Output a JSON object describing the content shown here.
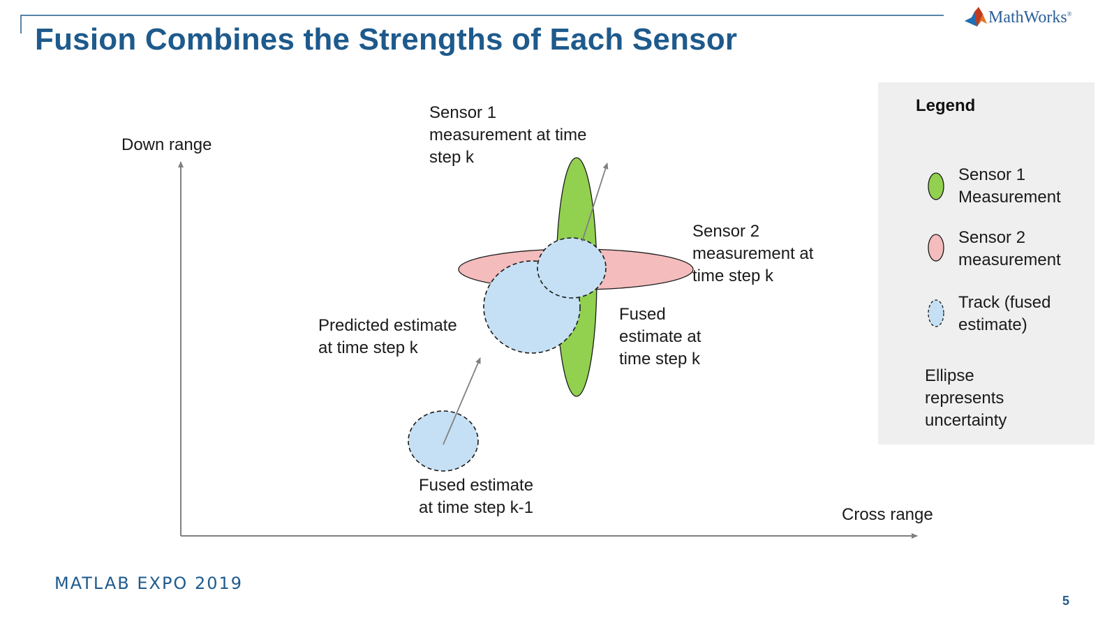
{
  "slide": {
    "title": "Fusion Combines the Strengths of Each Sensor",
    "page_number": "5",
    "event": "MATLAB EXPO 2019"
  },
  "brand": {
    "logo_text": "MathWorks",
    "accent_color": "#1e5a8c"
  },
  "axes": {
    "y_label": "Down range",
    "x_label": "Cross range"
  },
  "labels": {
    "sensor1": [
      "Sensor 1",
      "measurement at time",
      "step k"
    ],
    "sensor2": [
      "Sensor 2",
      "measurement at",
      "time step k"
    ],
    "predicted": [
      "Predicted estimate",
      "at time step k"
    ],
    "fused_k": [
      "Fused",
      "estimate at",
      "time step k"
    ],
    "fused_k1": [
      "Fused estimate",
      "at time step k-1"
    ]
  },
  "legend": {
    "title": "Legend",
    "items": [
      {
        "lines": [
          "Sensor 1",
          "Measurement"
        ],
        "color": "#92d050",
        "style": "solid",
        "icon": "green-ellipse"
      },
      {
        "lines": [
          "Sensor 2",
          "measurement"
        ],
        "color": "#f4bcbc",
        "style": "solid",
        "icon": "pink-ellipse"
      },
      {
        "lines": [
          "Track (fused",
          "estimate)"
        ],
        "color": "#c5e0f4",
        "style": "dashed",
        "icon": "blue-dashed-ellipse"
      }
    ],
    "note": [
      "Ellipse",
      "represents",
      "uncertainty"
    ]
  },
  "colors": {
    "sensor1_fill": "#92d050",
    "sensor2_fill": "#f4bcbc",
    "track_fill": "#c5e0f4",
    "outline": "#1a1a1a",
    "arrow": "#808080"
  }
}
